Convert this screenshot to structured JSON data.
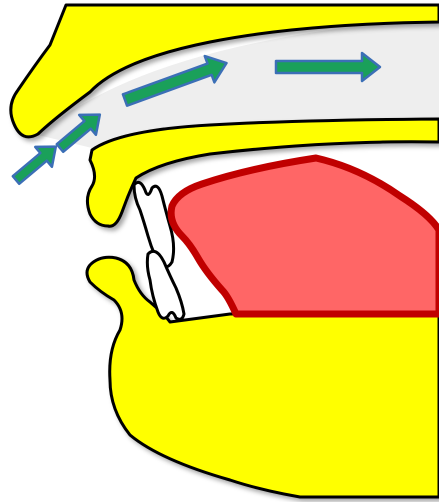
{
  "colors": {
    "background": "#ffffff",
    "flow_band": "#eeeeee",
    "anatomy_fill": "#ffff00",
    "outline": "#000000",
    "tongue_fill": "#ff6666",
    "tongue_outline": "#c00000",
    "arrow_fill": "#1aa05a",
    "arrow_outline": "#3b6fb6"
  },
  "icons": {
    "airflow_arrow": "arrow-right-icon"
  },
  "diagram": {
    "parts": [
      "nasal-cavity-roof",
      "hard-palate",
      "upper-lip",
      "upper-teeth",
      "lower-teeth",
      "lower-lip",
      "lower-jaw",
      "tongue"
    ],
    "airflow_arrow_count": 4
  }
}
